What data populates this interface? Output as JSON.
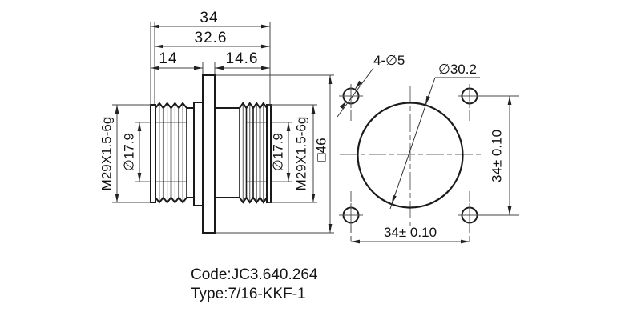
{
  "side_view": {
    "dim_total_width": "34",
    "dim_body_width": "32.6",
    "dim_left_length": "14",
    "dim_right_length": "14.6",
    "thread_spec_left": "M29X1.5-6g",
    "bore_diameter_left": "∅17.9",
    "bore_diameter_right": "∅17.9",
    "thread_spec_right": "M29X1.5-6g",
    "flange_square": "□46"
  },
  "front_view": {
    "mounting_holes": "4-∅5",
    "circle_diameter": "∅30.2",
    "hole_spacing_vertical": "34± 0.10",
    "hole_spacing_horizontal": "34± 0.10"
  },
  "footer": {
    "code": "Code:JC3.640.264",
    "type": "Type:7/16-KKF-1"
  },
  "colors": {
    "line": "#1a1a1a",
    "dim_line": "#555555",
    "background": "#ffffff"
  }
}
